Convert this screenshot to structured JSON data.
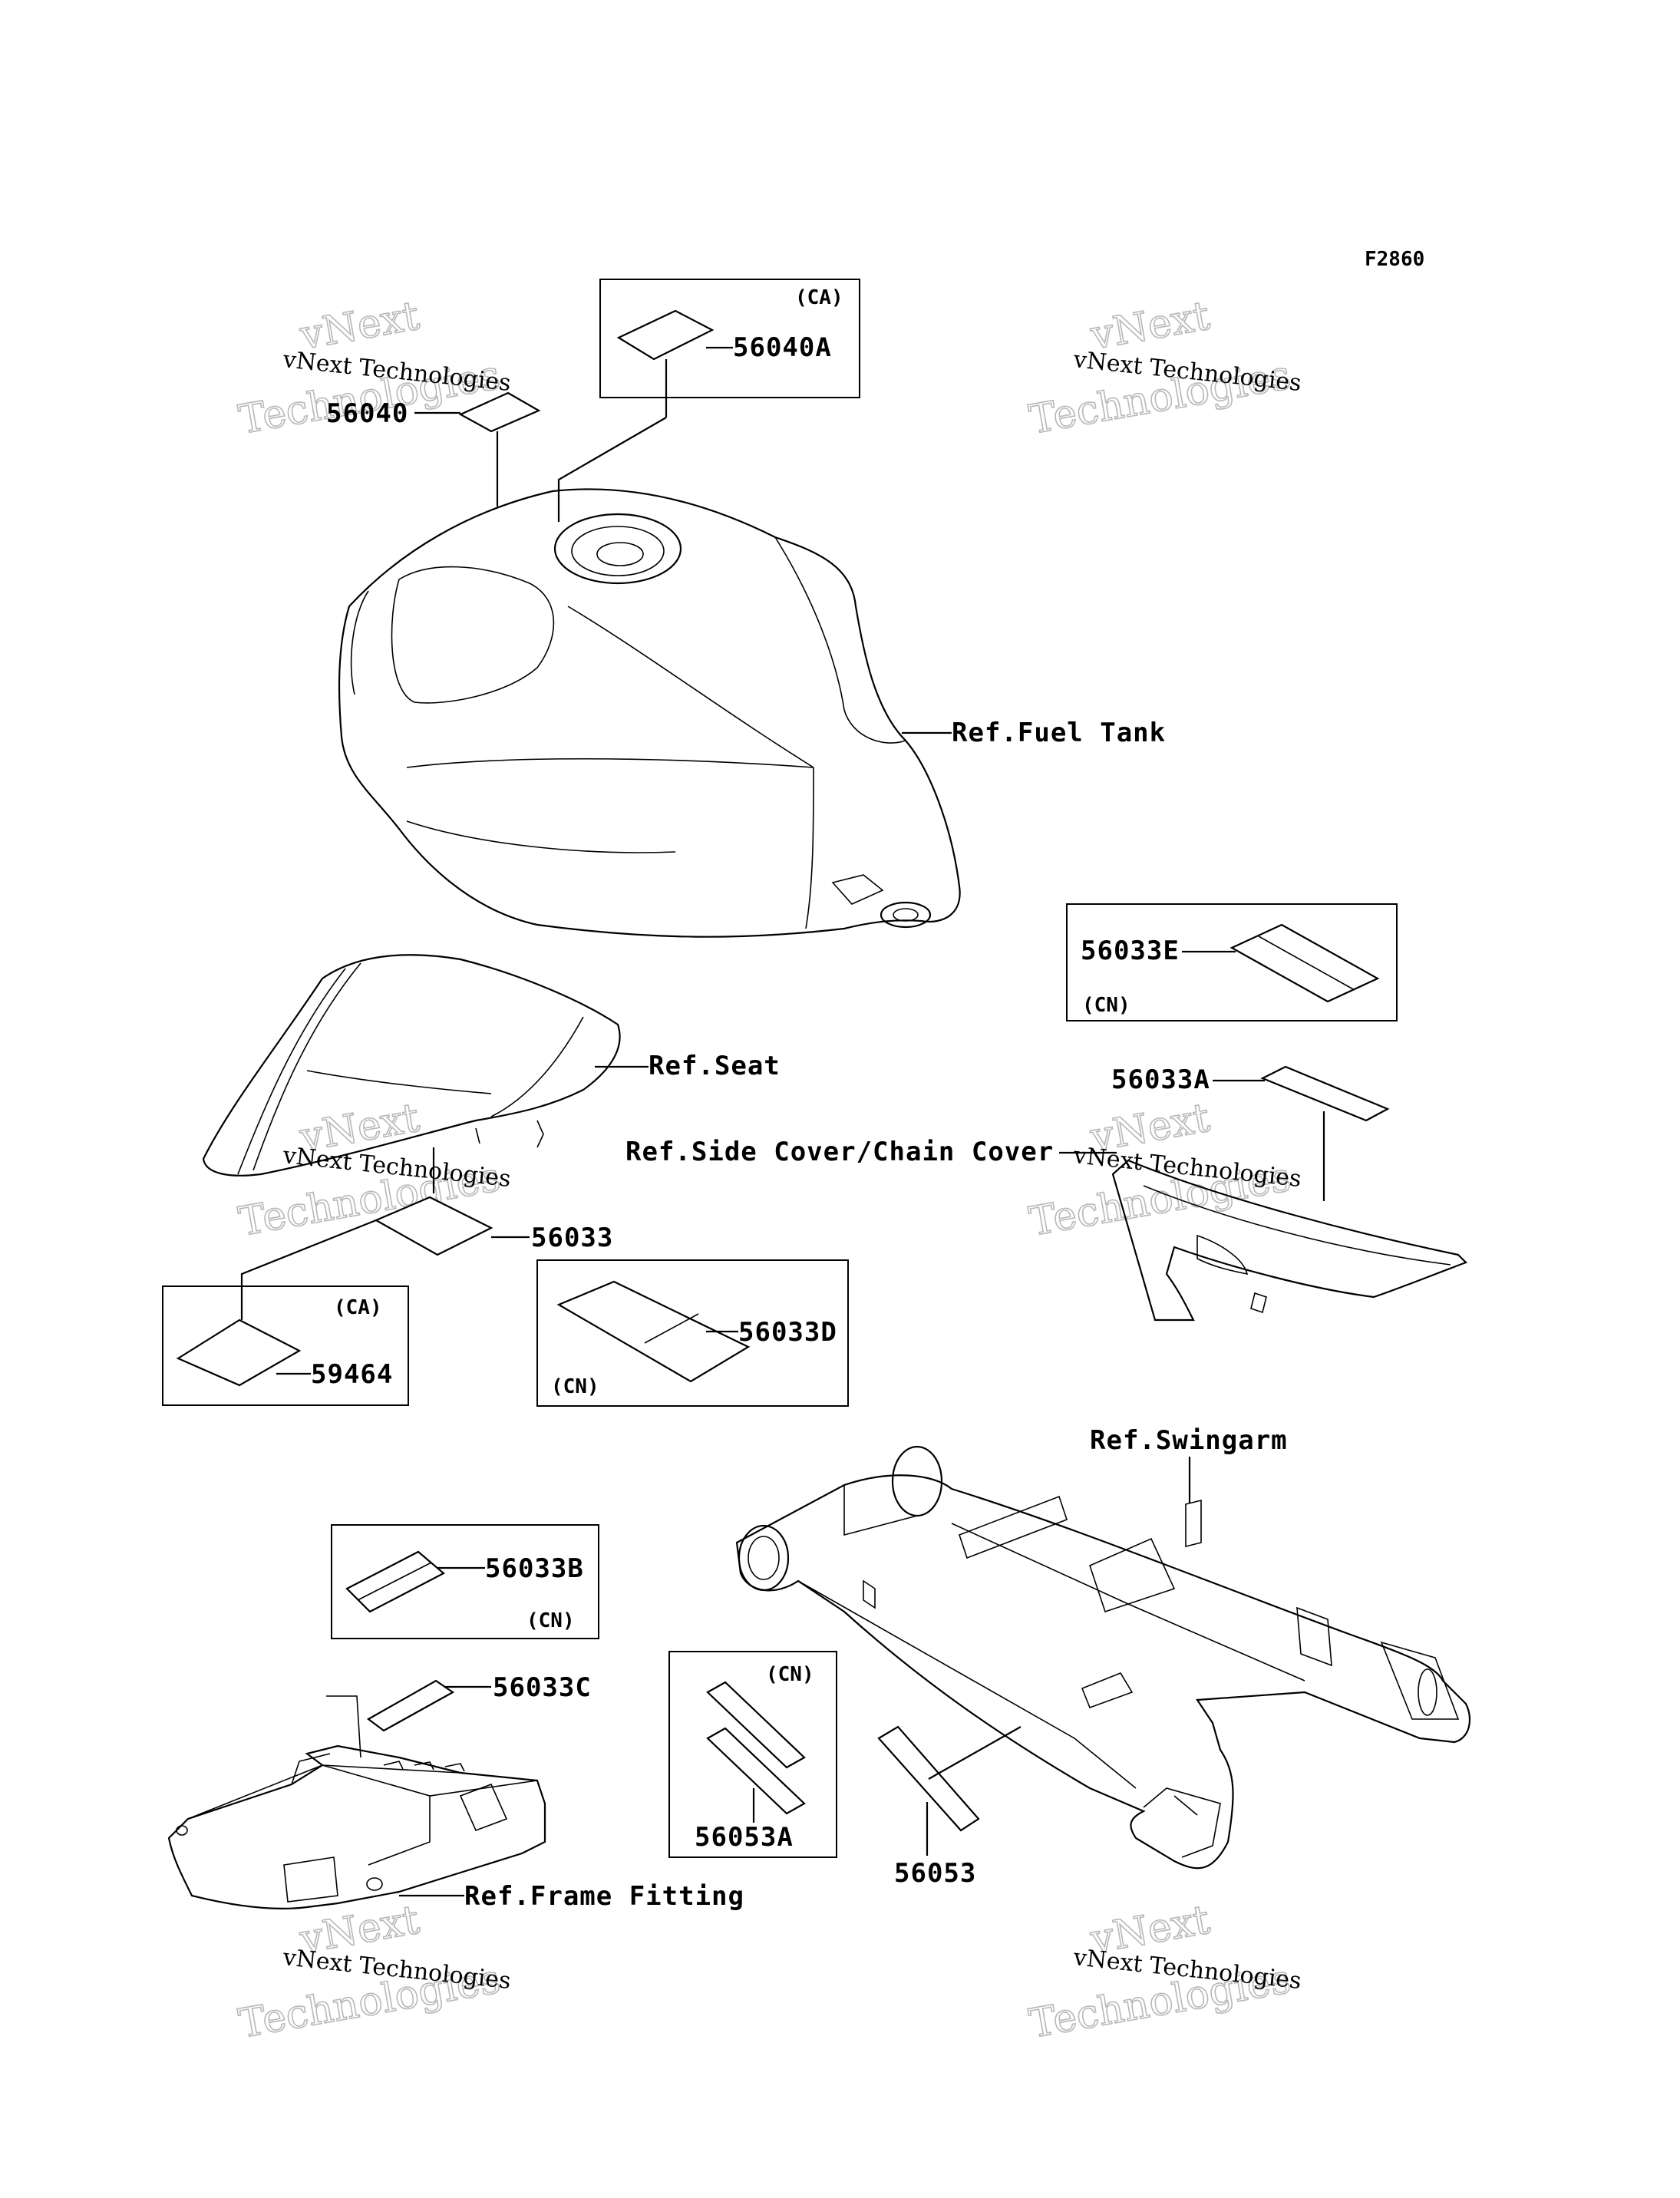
{
  "figure_code": "F2860",
  "watermark": {
    "small": "vNext Technologies",
    "large_line1": "vNext",
    "large_line2": "Technologies"
  },
  "parts": {
    "p56040": "56040",
    "p56040A": "56040A",
    "p56033E": "56033E",
    "p56033A": "56033A",
    "p56033": "56033",
    "p56033D": "56033D",
    "p59464": "59464",
    "p56033B": "56033B",
    "p56033C": "56033C",
    "p56053A": "56053A",
    "p56053": "56053"
  },
  "regions": {
    "ca": "(CA)",
    "cn": "(CN)"
  },
  "refs": {
    "fuel_tank": "Ref.Fuel Tank",
    "seat": "Ref.Seat",
    "side_cover": "Ref.Side Cover/Chain Cover",
    "swingarm": "Ref.Swingarm",
    "frame_fitting": "Ref.Frame Fitting"
  }
}
